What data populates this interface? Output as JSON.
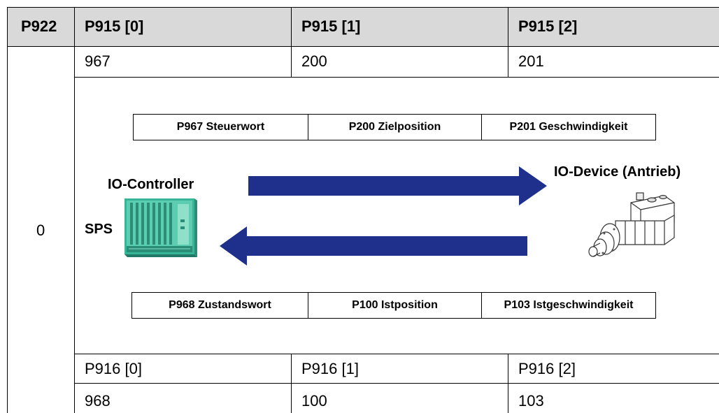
{
  "header": {
    "col0": "P922",
    "col1": "P915 [0]",
    "col2": "P915 [1]",
    "col3": "P915 [2]"
  },
  "row_p915_values": [
    "967",
    "200",
    "201"
  ],
  "p922_value": "0",
  "diagram": {
    "output_boxes": [
      "P967 Steuerwort",
      "P200 Zielposition",
      "P201 Geschwindigkeit"
    ],
    "input_boxes": [
      "P968 Zustandswort",
      "P100 Istposition",
      "P103 Istgeschwindigkeit"
    ],
    "controller_label": "IO-Controller",
    "sps_label": "SPS",
    "device_label": "IO-Device (Antrieb)",
    "arrow_color": "#1f2f8c",
    "plc_color": "#3cb89a"
  },
  "row_p916_labels": [
    "P916 [0]",
    "P916 [1]",
    "P916 [2]"
  ],
  "row_p916_values": [
    "968",
    "100",
    "103"
  ]
}
